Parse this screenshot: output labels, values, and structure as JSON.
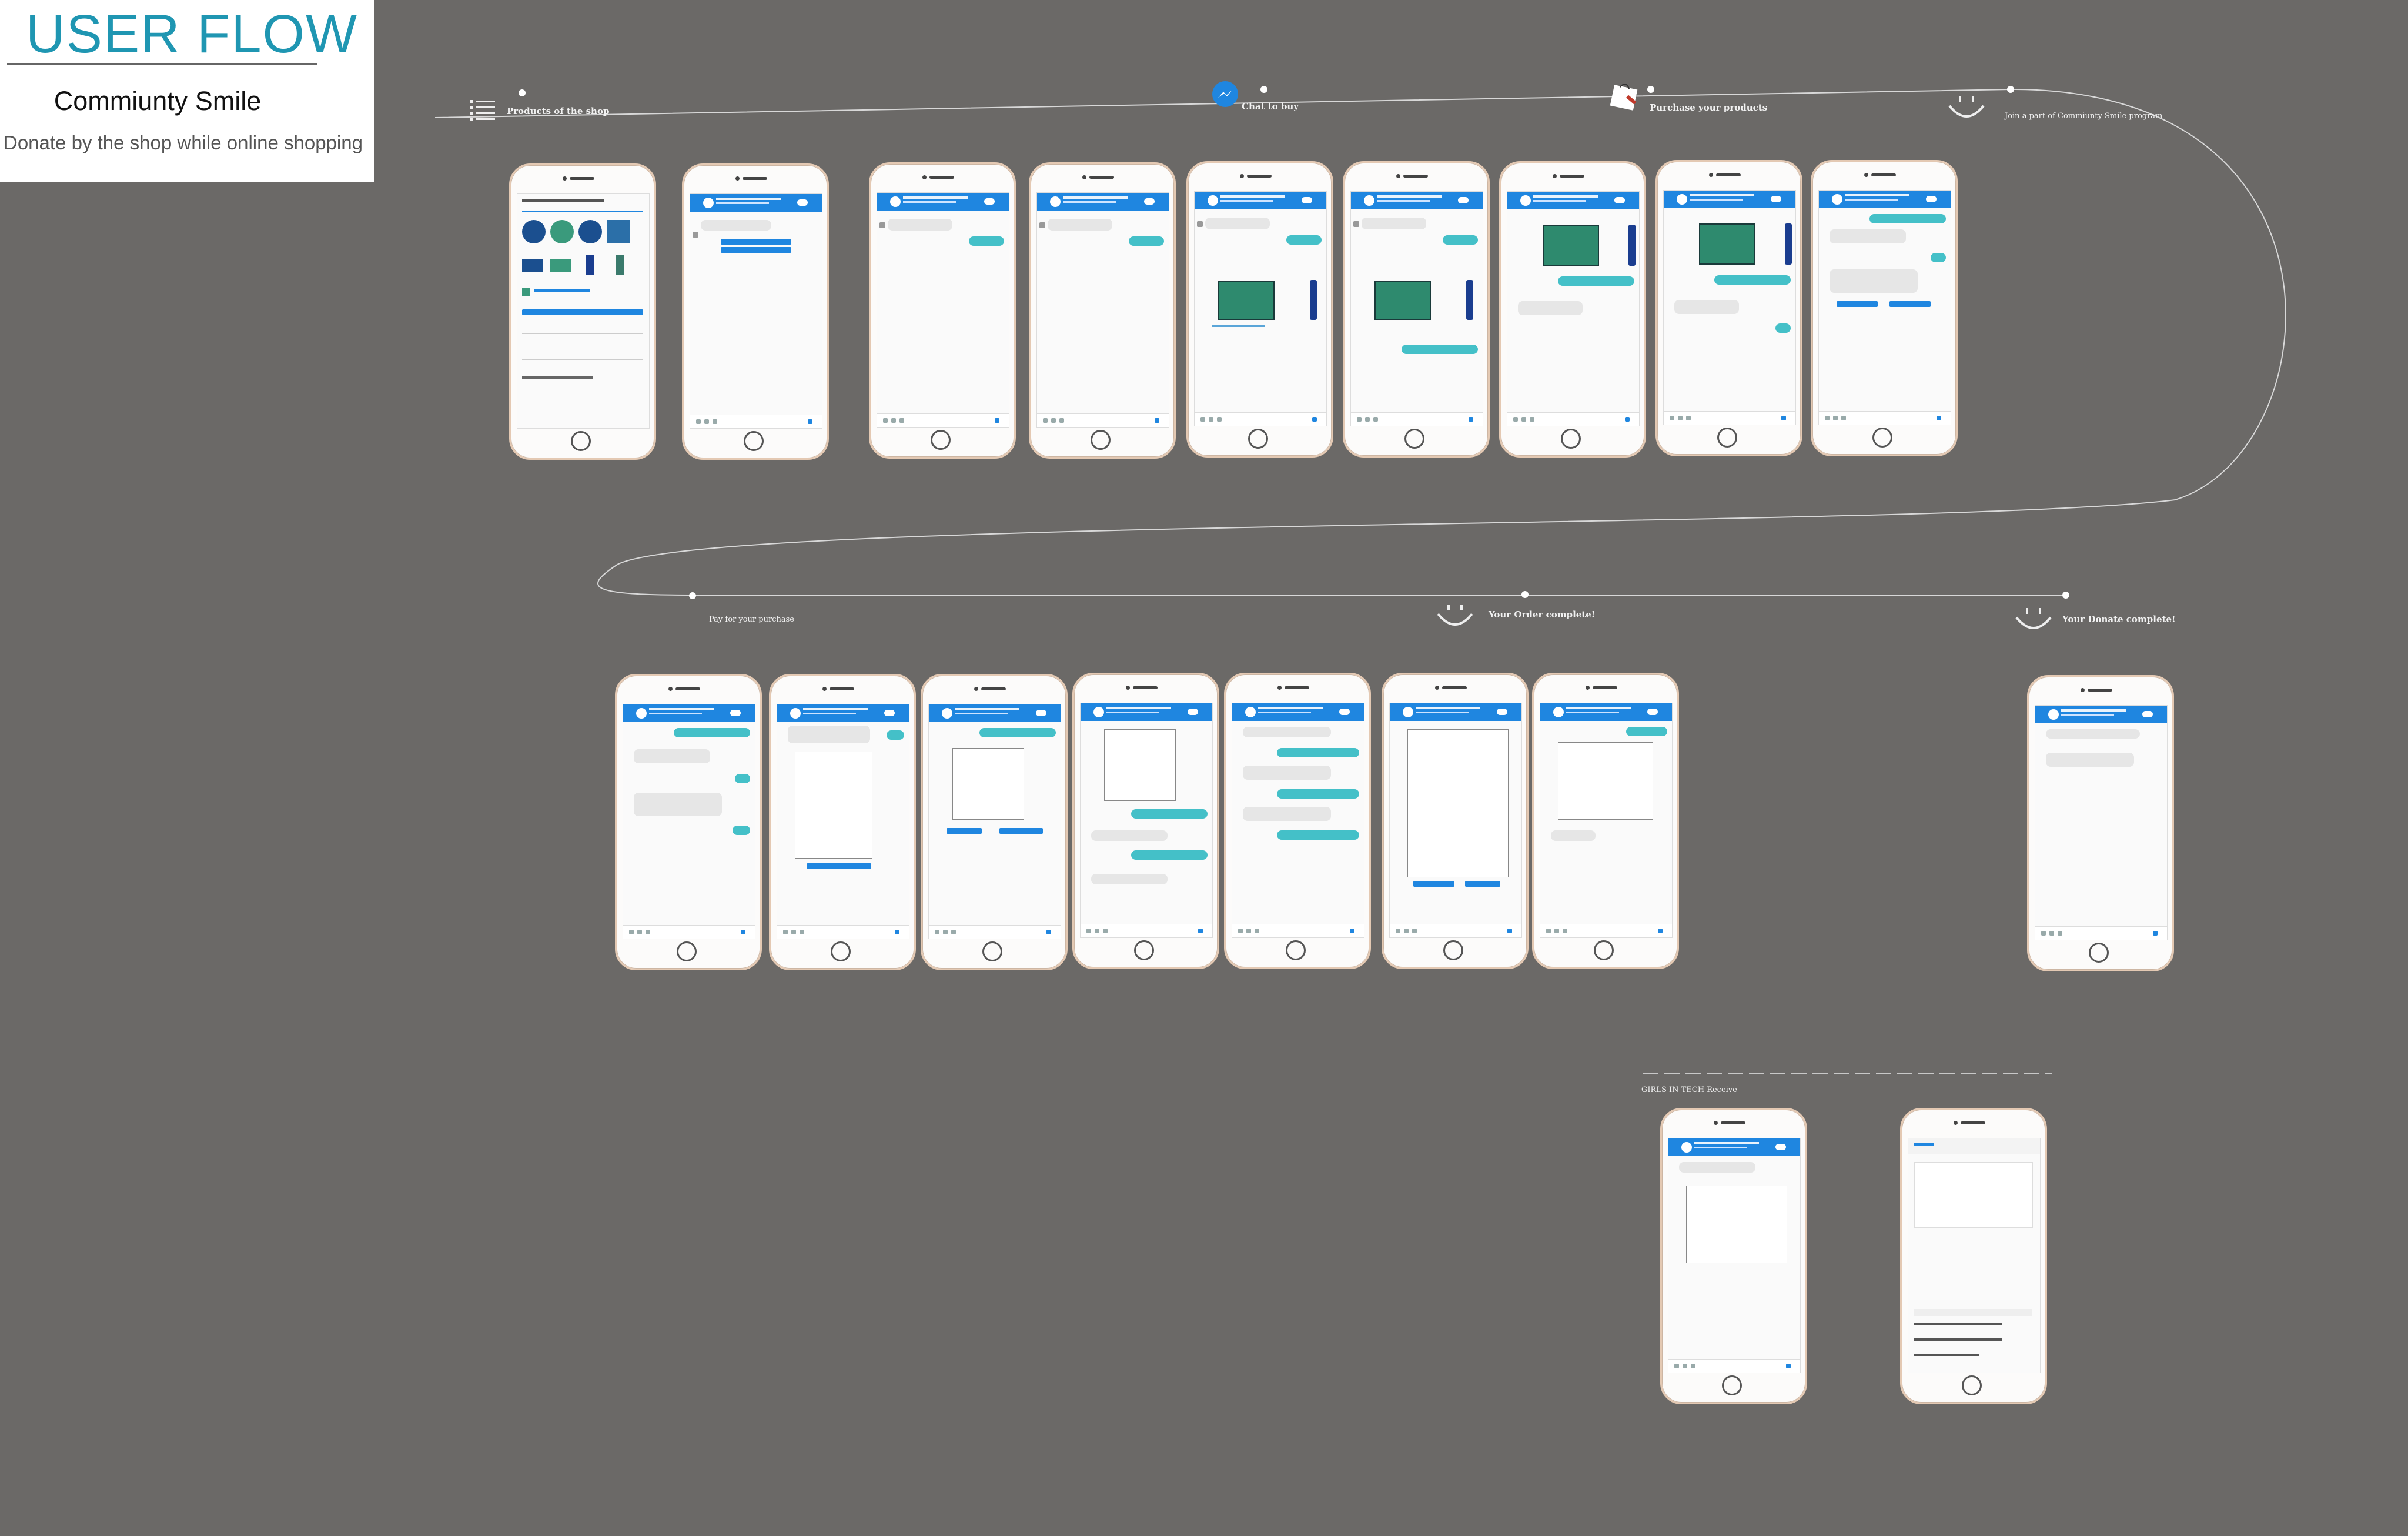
{
  "title_card": {
    "title": "USER FLOW",
    "project": "Commiunty Smile",
    "tagline": "Donate by the shop while online shopping"
  },
  "steps": {
    "products": "Products of the shop",
    "chat": "Chat to buy",
    "purchase": "Purchase your products",
    "join": "Join a part of  Commiunty Smile program",
    "pay": "Pay for your purchase",
    "order_complete": "Your Order  complete!",
    "donate_complete": "Your Donate  complete!"
  },
  "receive_label": "GIRLS IN TECH Receive",
  "icons": [
    "list-icon",
    "messenger-icon",
    "shopping-bag-icon",
    "smile-icon",
    "smile-icon",
    "smile-icon"
  ],
  "colors": {
    "background": "#6b6967",
    "accent": "#1f96b2",
    "messenger": "#1f86e0",
    "bubble_out": "#44c0c8"
  }
}
